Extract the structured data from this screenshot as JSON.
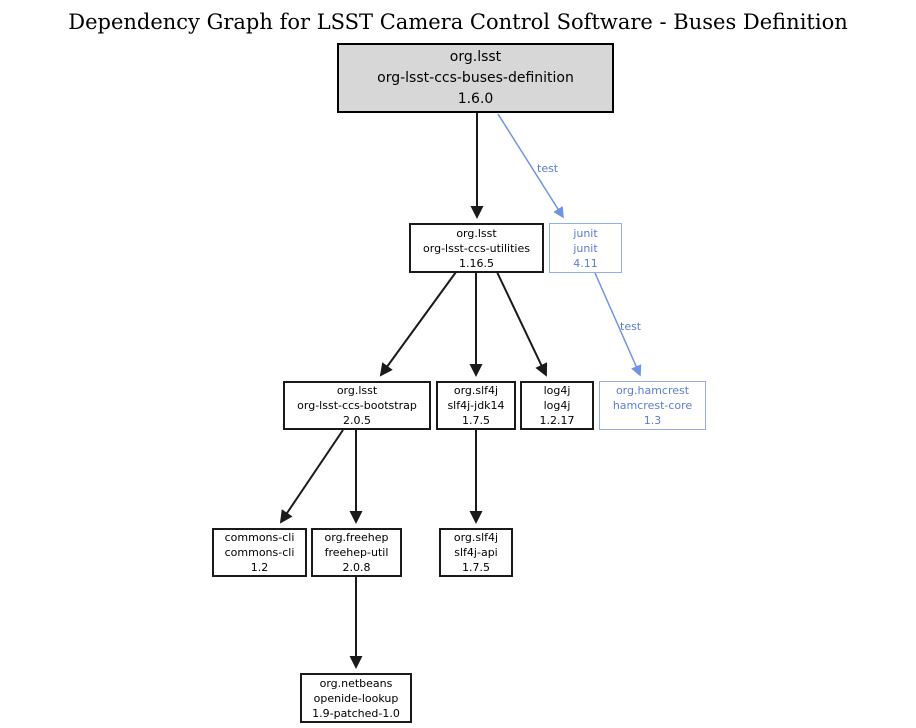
{
  "title": "Dependency Graph for LSST Camera Control Software - Buses Definition",
  "colors": {
    "root_fill": "#d7d7d7",
    "node_border": "#1a1a1a",
    "test_scope_border": "#94aeec",
    "test_scope_text": "#5b7cd0",
    "edge_black": "#1a1a1a",
    "edge_blue": "#6d93e8"
  },
  "nodes": {
    "buses_definition": {
      "group": "org.lsst",
      "artifact": "org-lsst-ccs-buses-definition",
      "version": "1.6.0"
    },
    "utilities": {
      "group": "org.lsst",
      "artifact": "org-lsst-ccs-utilities",
      "version": "1.16.5"
    },
    "junit": {
      "group": "junit",
      "artifact": "junit",
      "version": "4.11"
    },
    "bootstrap": {
      "group": "org.lsst",
      "artifact": "org-lsst-ccs-bootstrap",
      "version": "2.0.5"
    },
    "slf4j_jdk14": {
      "group": "org.slf4j",
      "artifact": "slf4j-jdk14",
      "version": "1.7.5"
    },
    "log4j": {
      "group": "log4j",
      "artifact": "log4j",
      "version": "1.2.17"
    },
    "hamcrest": {
      "group": "org.hamcrest",
      "artifact": "hamcrest-core",
      "version": "1.3"
    },
    "commons_cli": {
      "group": "commons-cli",
      "artifact": "commons-cli",
      "version": "1.2"
    },
    "freehep": {
      "group": "org.freehep",
      "artifact": "freehep-util",
      "version": "2.0.8"
    },
    "slf4j_api": {
      "group": "org.slf4j",
      "artifact": "slf4j-api",
      "version": "1.7.5"
    },
    "netbeans": {
      "group": "org.netbeans",
      "artifact": "openide-lookup",
      "version": "1.9-patched-1.0"
    }
  },
  "edges": [
    {
      "from": "buses_definition",
      "to": "utilities",
      "scope": ""
    },
    {
      "from": "buses_definition",
      "to": "junit",
      "scope": "test",
      "label": "test"
    },
    {
      "from": "utilities",
      "to": "bootstrap",
      "scope": ""
    },
    {
      "from": "utilities",
      "to": "slf4j_jdk14",
      "scope": ""
    },
    {
      "from": "utilities",
      "to": "log4j",
      "scope": ""
    },
    {
      "from": "junit",
      "to": "hamcrest",
      "scope": "test",
      "label": "test"
    },
    {
      "from": "bootstrap",
      "to": "commons_cli",
      "scope": ""
    },
    {
      "from": "bootstrap",
      "to": "freehep",
      "scope": ""
    },
    {
      "from": "slf4j_jdk14",
      "to": "slf4j_api",
      "scope": ""
    },
    {
      "from": "freehep",
      "to": "netbeans",
      "scope": ""
    }
  ]
}
